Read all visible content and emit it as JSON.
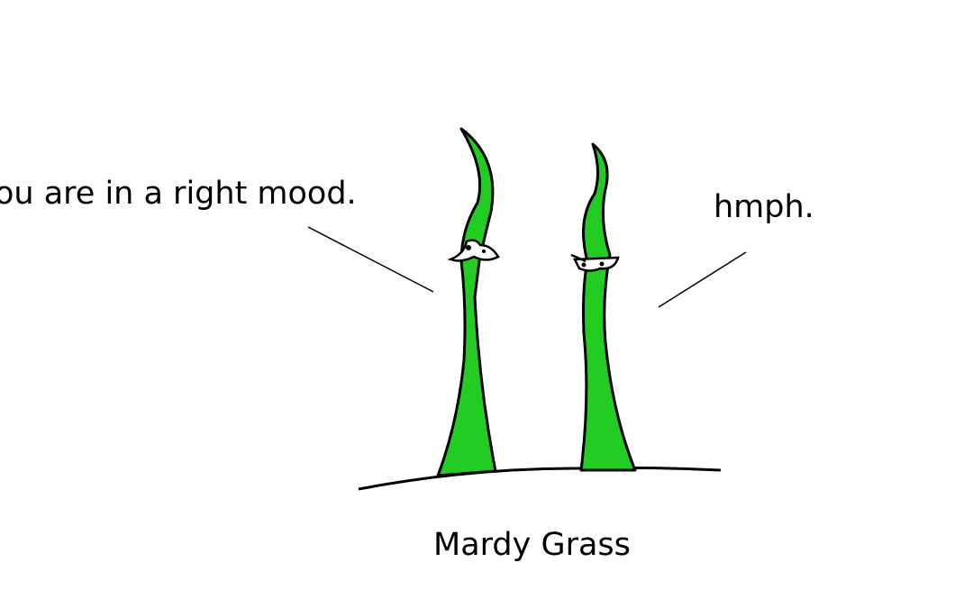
{
  "speech": {
    "left": "ou are in a right mood.",
    "right": "hmph."
  },
  "caption": "Mardy Grass",
  "colors": {
    "grass": "#22cc22",
    "outline": "#000000",
    "background": "#ffffff"
  }
}
